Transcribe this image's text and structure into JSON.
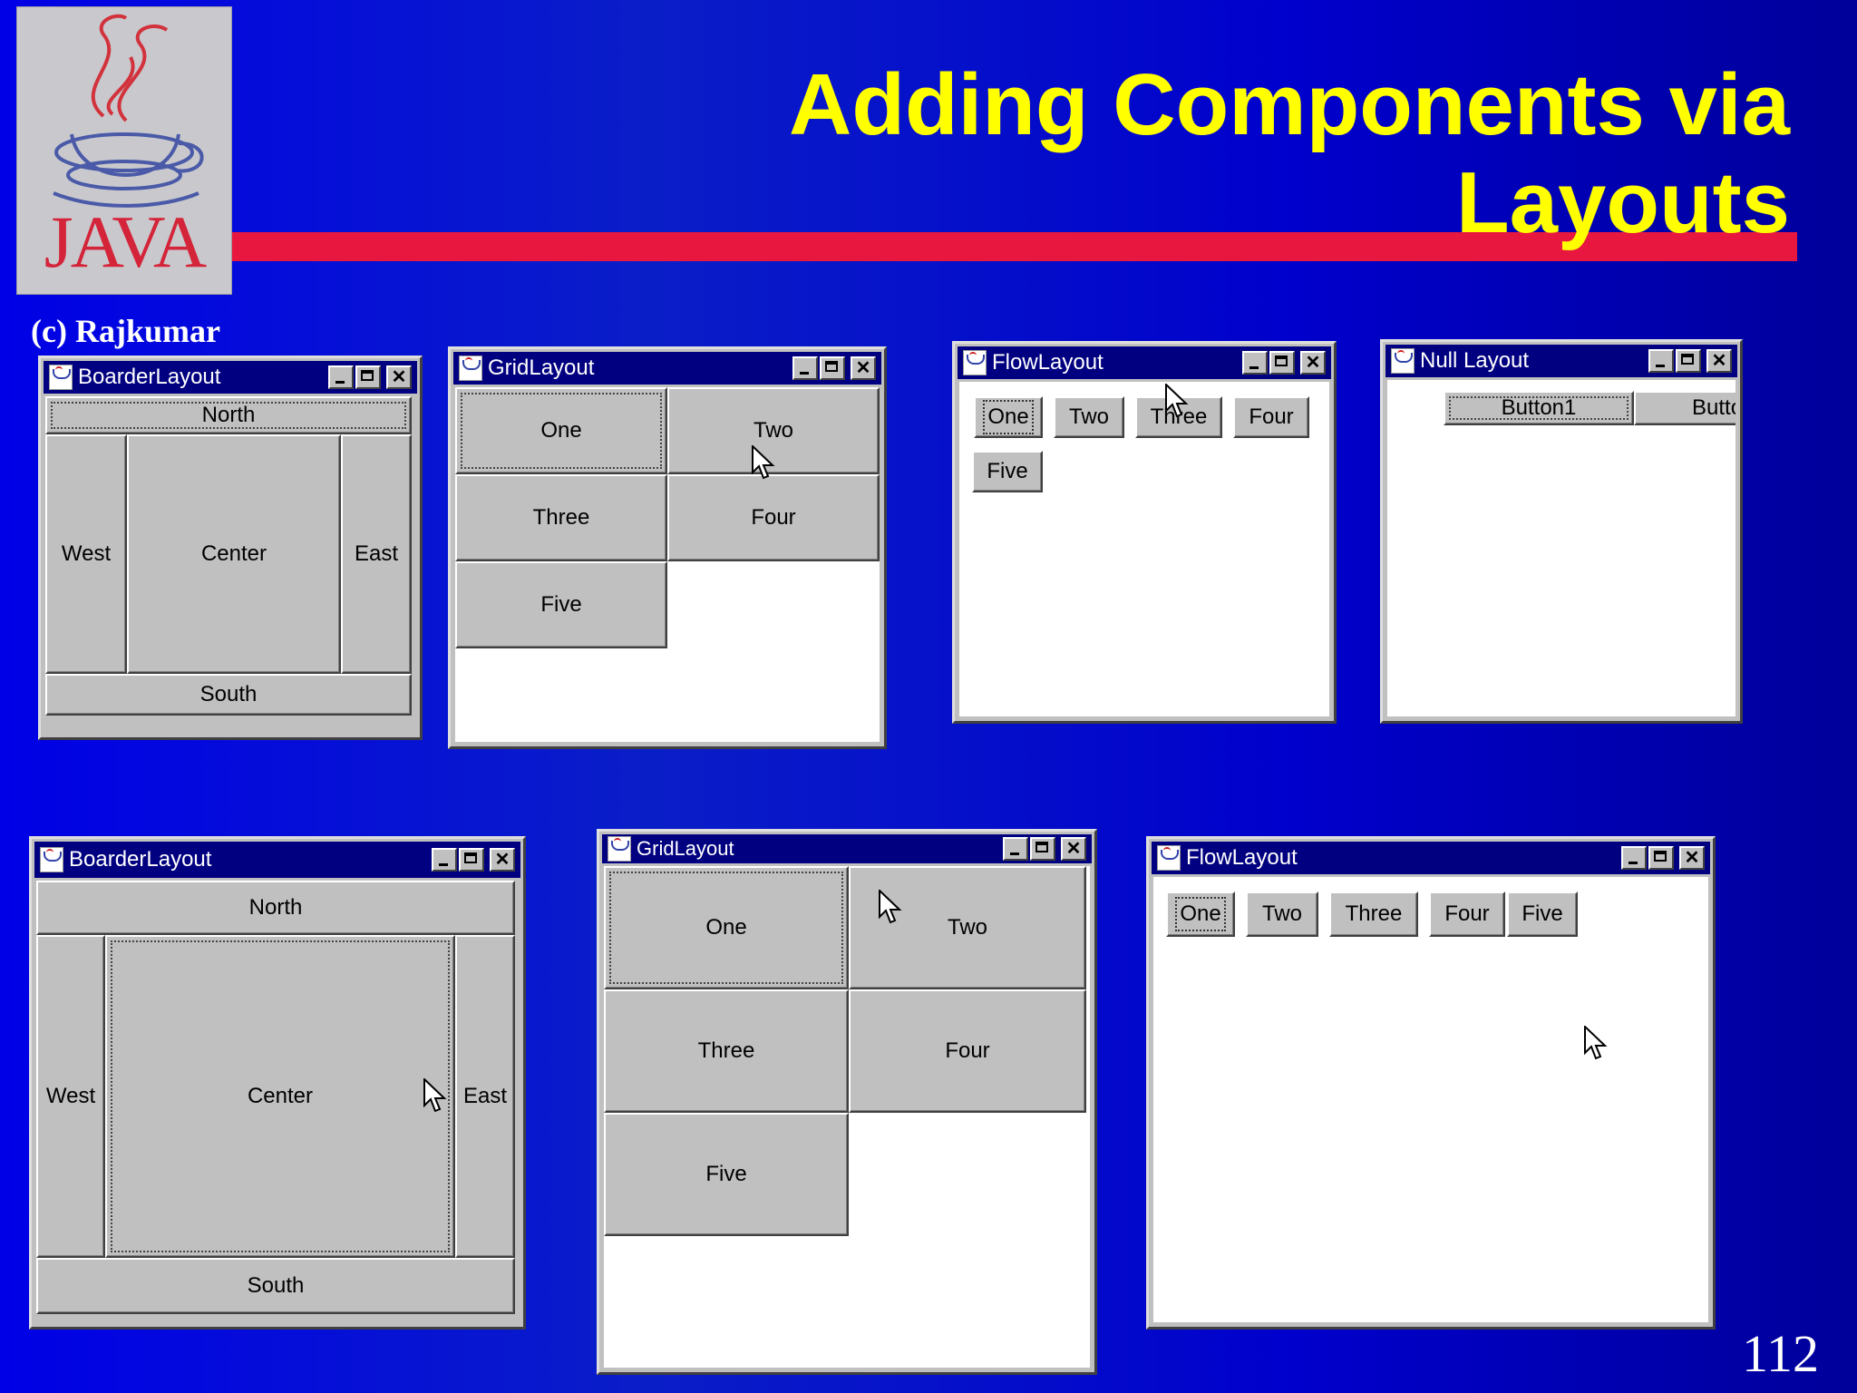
{
  "slide": {
    "title_line1": "Adding Components via",
    "title_line2": "Layouts",
    "credit": "(c) Rajkumar",
    "page_number": "112",
    "logo_text": "JAVA"
  },
  "windows": {
    "border_small": {
      "title": "BoarderLayout",
      "north": "North",
      "west": "West",
      "center": "Center",
      "east": "East",
      "south": "South"
    },
    "grid_small": {
      "title": "GridLayout",
      "buttons": [
        "One",
        "Two",
        "Three",
        "Four",
        "Five"
      ]
    },
    "flow_small": {
      "title": "FlowLayout",
      "buttons": [
        "One",
        "Two",
        "Three",
        "Four",
        "Five"
      ]
    },
    "null_layout": {
      "title": "Null Layout",
      "buttons": [
        "Button1",
        "Butto"
      ]
    },
    "border_large": {
      "title": "BoarderLayout",
      "north": "North",
      "west": "West",
      "center": "Center",
      "east": "East",
      "south": "South"
    },
    "grid_large": {
      "title": "GridLayout",
      "buttons": [
        "One",
        "Two",
        "Three",
        "Four",
        "Five"
      ]
    },
    "flow_large": {
      "title": "FlowLayout",
      "buttons": [
        "One",
        "Two",
        "Three",
        "Four",
        "Five"
      ]
    }
  },
  "colors": {
    "title_text": "#ffff00",
    "accent_bar": "#e8173f",
    "window_title": "#000080",
    "button_face": "#c0c0c0"
  },
  "icons": {
    "window_icon": "java-cup-icon",
    "minimize": "minimize-icon",
    "maximize": "maximize-icon",
    "close": "close-icon",
    "pointer": "mouse-pointer-icon"
  }
}
